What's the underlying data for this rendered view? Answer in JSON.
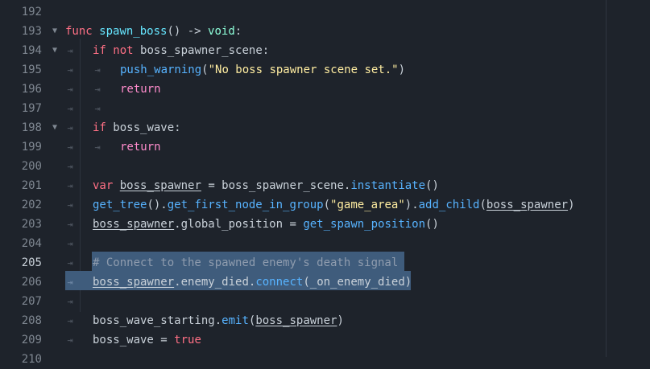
{
  "colors": {
    "background": "#1e232b",
    "current_line": "#272e38",
    "selection": "#3f5c7c",
    "keyword": "#ff7085",
    "control_flow": "#ff8ccc",
    "function": "#57b3ff",
    "string": "#ffeda1",
    "comment": "#8f9cae",
    "line_number": "#7f8791"
  },
  "icons": {
    "fold_marker": "chevron-down-icon",
    "tab_marker": "tab-indent-icon"
  },
  "lines": [
    {
      "num": "192",
      "text": ""
    },
    {
      "num": "193",
      "kw": "func",
      "name": "spawn_boss",
      "sig": "() -> ",
      "ret": "void",
      "colon": ":"
    },
    {
      "num": "194",
      "kw": "if",
      "kw2": "not",
      "cond": "boss_spawner_scene:"
    },
    {
      "num": "195",
      "call": "push_warning",
      "open": "(",
      "str": "\"No boss spawner scene set.\"",
      "close": ")"
    },
    {
      "num": "196",
      "kw": "return"
    },
    {
      "num": "197",
      "text": ""
    },
    {
      "num": "198",
      "kw": "if",
      "cond": "boss_wave:"
    },
    {
      "num": "199",
      "kw": "return"
    },
    {
      "num": "200",
      "text": ""
    },
    {
      "num": "201",
      "kw": "var",
      "var": "boss_spawner",
      "eq": " = boss_spawner_scene.",
      "call": "instantiate",
      "args": "()"
    },
    {
      "num": "202",
      "c1": "get_tree",
      "p1": "().",
      "c2": "get_first_node_in_group",
      "p2": "(",
      "str": "\"game_area\"",
      "p3": ").",
      "c3": "add_child",
      "p4": "(",
      "arg": "boss_spawner",
      "p5": ")"
    },
    {
      "num": "203",
      "var": "boss_spawner",
      "prop": ".global_position = ",
      "call": "get_spawn_position",
      "args": "()"
    },
    {
      "num": "204",
      "text": ""
    },
    {
      "num": "205",
      "comment": "# Connect to the spawned enemy's death signal"
    },
    {
      "num": "206",
      "var": "boss_spawner",
      "prop": ".enemy_died.",
      "call": "connect",
      "open": "(",
      "arg": "_on_enemy_died",
      "close": ")"
    },
    {
      "num": "207",
      "text": ""
    },
    {
      "num": "208",
      "obj": "boss_wave_starting.",
      "call": "emit",
      "open": "(",
      "arg": "boss_spawner",
      "close": ")"
    },
    {
      "num": "209",
      "lhs": "boss_wave = ",
      "val": "true"
    },
    {
      "num": "210",
      "text": ""
    }
  ]
}
